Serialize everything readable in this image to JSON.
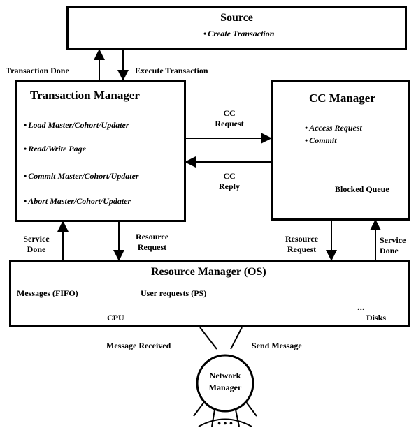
{
  "source": {
    "title": "Source",
    "items": [
      "Create Transaction"
    ]
  },
  "transaction_manager": {
    "title": "Transaction Manager",
    "items": [
      "Load Master/Cohort/Updater",
      "Read/Write Page",
      "Commit Master/Cohort/Updater",
      "Abort Master/Cohort/Updater"
    ]
  },
  "cc_manager": {
    "title": "CC Manager",
    "items": [
      "Access Request",
      "Commit"
    ],
    "queue_label": "Blocked Queue"
  },
  "resource_manager": {
    "title": "Resource Manager (OS)",
    "messages_label": "Messages (FIFO)",
    "user_requests_label": "User requests (PS)",
    "cpu_label": "CPU",
    "disks_label": "Disks",
    "ellipsis": "..."
  },
  "network_manager": {
    "title_line1": "Network",
    "title_line2": "Manager",
    "dots": "• • •"
  },
  "labels": {
    "transaction_done": "Transaction Done",
    "execute_transaction": "Execute Transaction",
    "cc_request_line1": "CC",
    "cc_request_line2": "Request",
    "cc_reply_line1": "CC",
    "cc_reply_line2": "Reply",
    "service_done_left_line1": "Service",
    "service_done_left_line2": "Done",
    "resource_request_left_line1": "Resource",
    "resource_request_left_line2": "Request",
    "resource_request_right_line1": "Resource",
    "resource_request_right_line2": "Request",
    "service_done_right_line1": "Service",
    "service_done_right_line2": "Done",
    "message_received": "Message Received",
    "send_message": "Send Message"
  }
}
